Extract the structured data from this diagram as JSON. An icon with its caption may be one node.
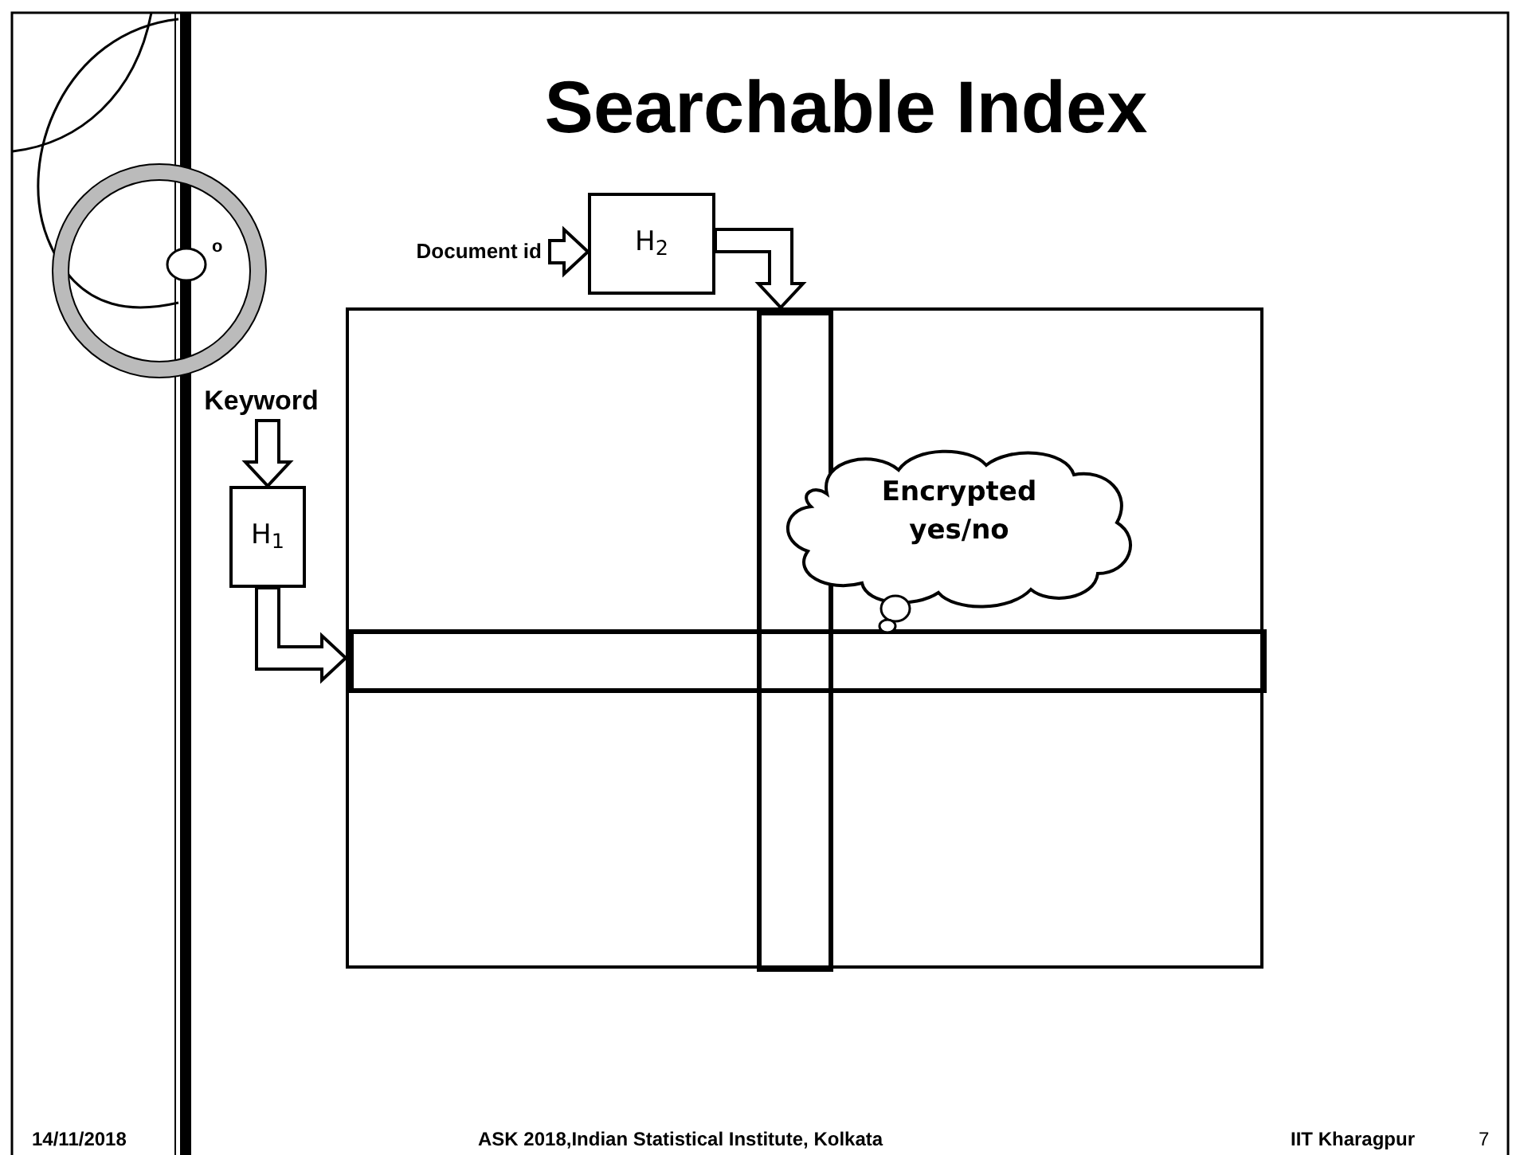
{
  "diagram": {
    "title": "Searchable Index",
    "nodes": [
      {
        "text": [
          "Document id"
        ]
      },
      {
        "text": [
          "H$_{2}$"
        ]
      },
      {
        "text": [
          "Keyword"
        ]
      },
      {
        "text": [
          "H$_{1}$"
        ]
      },
      {
        "text": [],
        "shape": "box"
      },
      {
        "text": [],
        "shape": "bar",
        "in": 4
      },
      {
        "text": [],
        "shape": "bar",
        "in": 4
      },
      {
        "text": [
          "Encrypted yes/no"
        ],
        "in": 4
      }
    ],
    "edges": [
      {
        "from": 0,
        "to": 1,
        "arrow": "to"
      },
      {
        "from": 1,
        "to": 6,
        "arrow": "to"
      },
      {
        "from": 2,
        "to": 3,
        "arrow": "to"
      },
      {
        "from": 3,
        "to": 5,
        "arrow": "to"
      }
    ],
    "labels": [
      "o",
      "14/11/2018",
      "ASK 2018,Indian Statistical Institute, Kolkata",
      "IIT Kharagpur",
      "7"
    ]
  }
}
